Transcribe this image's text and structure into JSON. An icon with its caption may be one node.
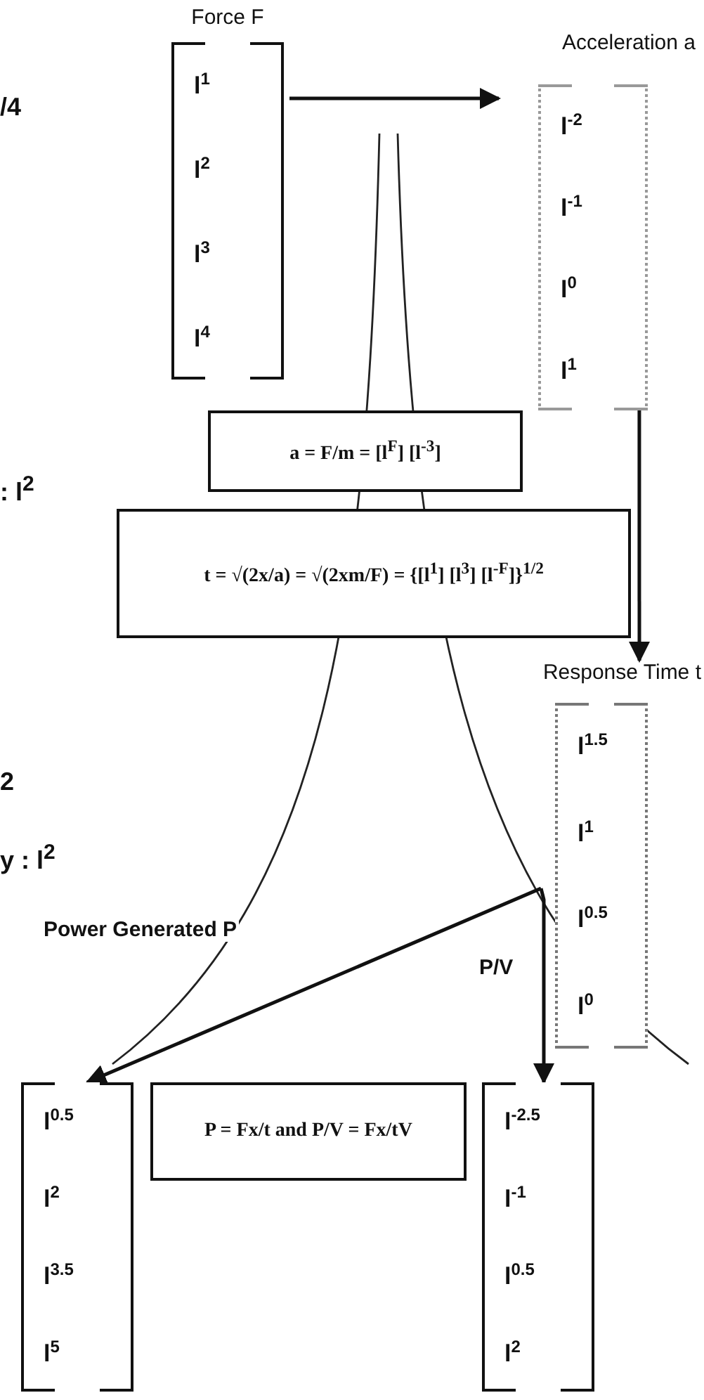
{
  "diagram": {
    "nodes": [
      {
        "text": [
          "Force F",
          "l$^{1}$",
          "l$^{2}$",
          "l$^{3}$",
          "l$^{4}$"
        ]
      },
      {
        "text": [
          "Acceleration a",
          "l$^{-2}$",
          "l$^{-1}$",
          "l$^{0}$",
          "l$^{1}$"
        ]
      },
      {
        "text": [
          "a = F/m = [l$^{F}$] [l$^{-3}$]"
        ]
      },
      {
        "text": [
          "t = √(2x/a) = √(2xm/F) = {[l$^{1}$] [l$^{3}$] [l$^{-F}$]}$^{1/2}$"
        ]
      },
      {
        "text": [
          "Response Time t",
          "l$^{1.5}$",
          "l$^{1}$",
          "l$^{0.5}$",
          "l$^{0}$"
        ]
      },
      {
        "text": [
          "l$^{0.5}$",
          "l$^{2}$",
          "l$^{3.5}$",
          "l$^{5}$"
        ]
      },
      {
        "text": [
          "P = Fx/t and P/V = Fx/tV"
        ]
      },
      {
        "text": [
          "l$^{-2.5}$",
          "l$^{-1}$",
          "l$^{0.5}$",
          "l$^{2}$"
        ]
      }
    ],
    "edges": [
      {
        "from": 0,
        "to": 1,
        "arrow": "to"
      },
      {
        "from": 1,
        "to": 4,
        "arrow": "to"
      },
      {
        "from": 4,
        "to": 5,
        "arrow": "to",
        "label": "Power Generated P"
      },
      {
        "from": 4,
        "to": 7,
        "arrow": "to",
        "label": "P/V"
      }
    ],
    "labels": [
      "/4",
      ": l$^{2}$",
      "2",
      "y : l$^{2}$"
    ]
  }
}
